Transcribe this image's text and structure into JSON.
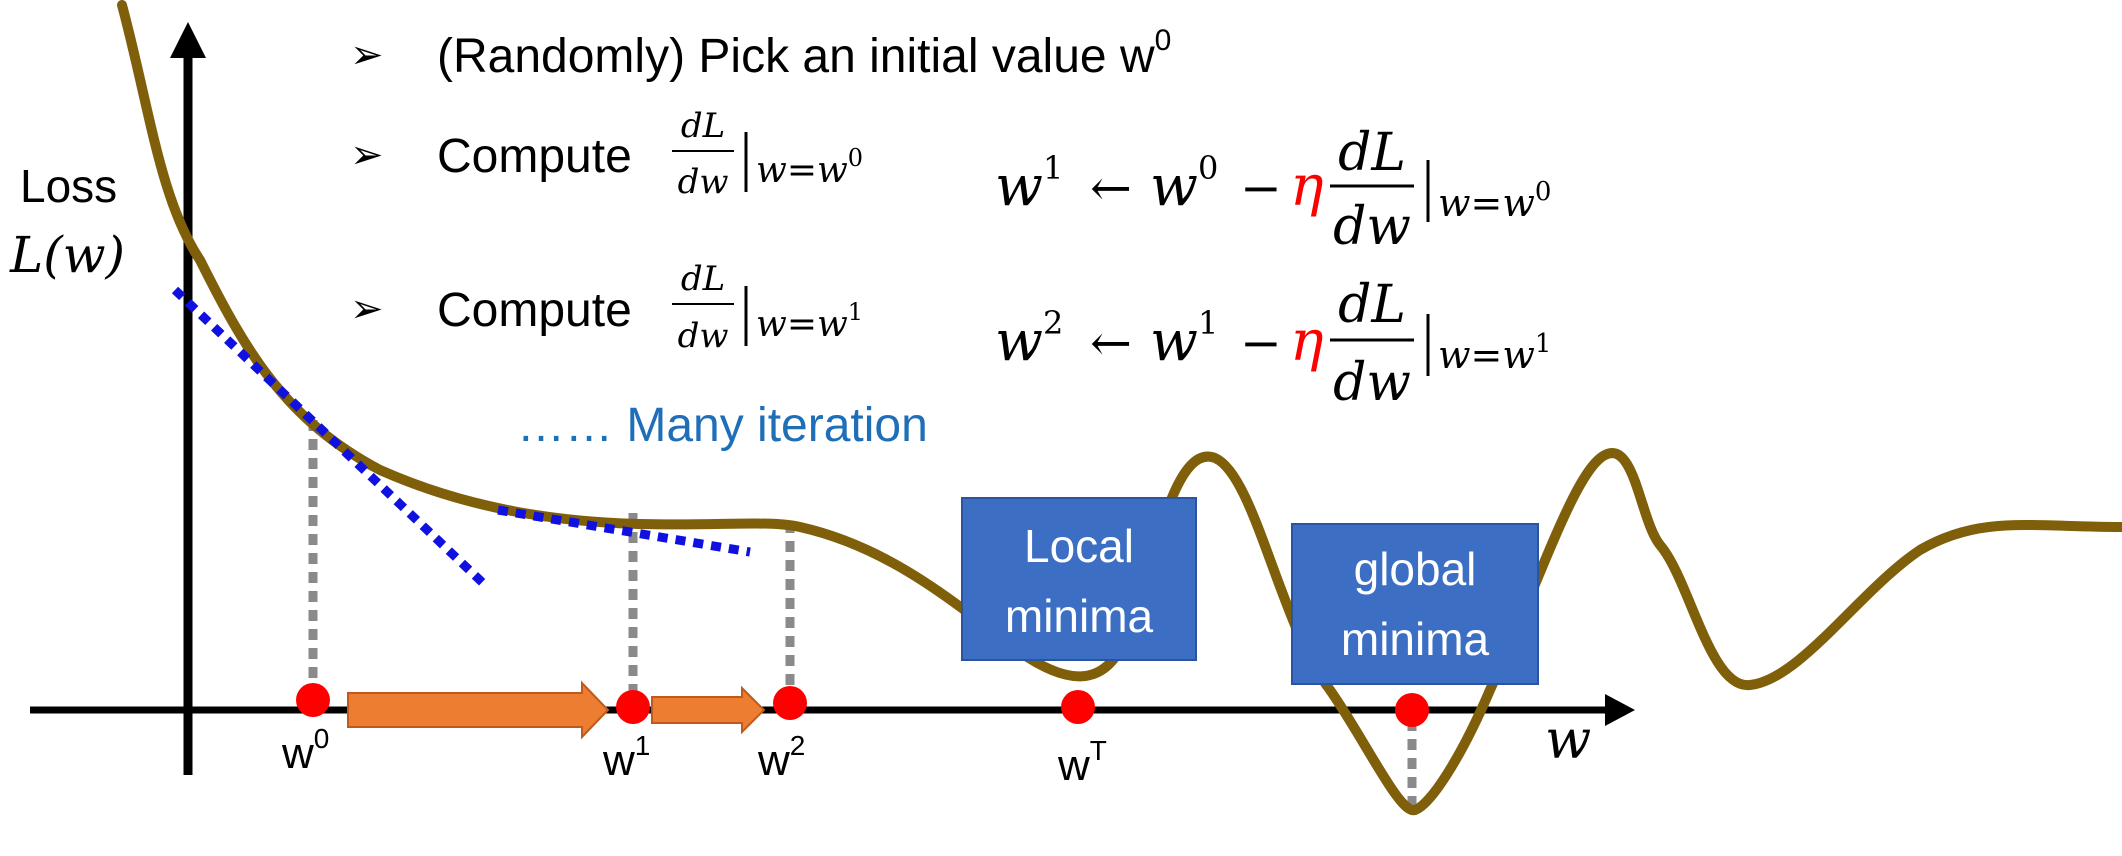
{
  "colors": {
    "curve": "#7F5F09",
    "tangent": "#1010E0",
    "axis": "#000000",
    "dropline": "#8A8A8A",
    "point": "#FF0000",
    "step_arrow": "#ED7D31",
    "step_arrow_edge": "#C05A1C",
    "box_fill": "#3C6FC4",
    "box_text": "#FFFFFF",
    "iteration_text": "#1F6FB8",
    "eta": "#FF0000"
  },
  "axes": {
    "y_label_top": "Loss",
    "y_label_func": "L(w)",
    "x_label": "w"
  },
  "bullets": {
    "marker": "➢",
    "b1_text": "(Randomly) Pick an initial value w",
    "b1_sup": "0",
    "b2_text": "Compute",
    "b2_num": "dL",
    "b2_den": "dw",
    "b2_cond": "w=w",
    "b2_sup": "0",
    "b3_text": "Compute",
    "b3_num": "dL",
    "b3_den": "dw",
    "b3_cond": "w=w",
    "b3_sup": "1"
  },
  "updates": {
    "u1_lhs": "w",
    "u1_lhs_sup": "1",
    "u1_arrow": "←",
    "u1_w": "w",
    "u1_w_sup": "0",
    "u1_minus": "−",
    "u1_eta": "η",
    "u1_num": "dL",
    "u1_den": "dw",
    "u1_cond": "w=w",
    "u1_cond_sup": "0",
    "u2_lhs": "w",
    "u2_lhs_sup": "2",
    "u2_arrow": "←",
    "u2_w": "w",
    "u2_w_sup": "1",
    "u2_minus": "−",
    "u2_eta": "η",
    "u2_num": "dL",
    "u2_den": "dw",
    "u2_cond": "w=w",
    "u2_cond_sup": "1"
  },
  "iteration_note": "…… Many iteration",
  "points": [
    {
      "base": "w",
      "sup": "0"
    },
    {
      "base": "w",
      "sup": "1"
    },
    {
      "base": "w",
      "sup": "2"
    },
    {
      "base": "w",
      "sup": "T"
    }
  ],
  "boxes": {
    "local_line1": "Local",
    "local_line2": "minima",
    "global_line1": "global",
    "global_line2": "minima"
  }
}
